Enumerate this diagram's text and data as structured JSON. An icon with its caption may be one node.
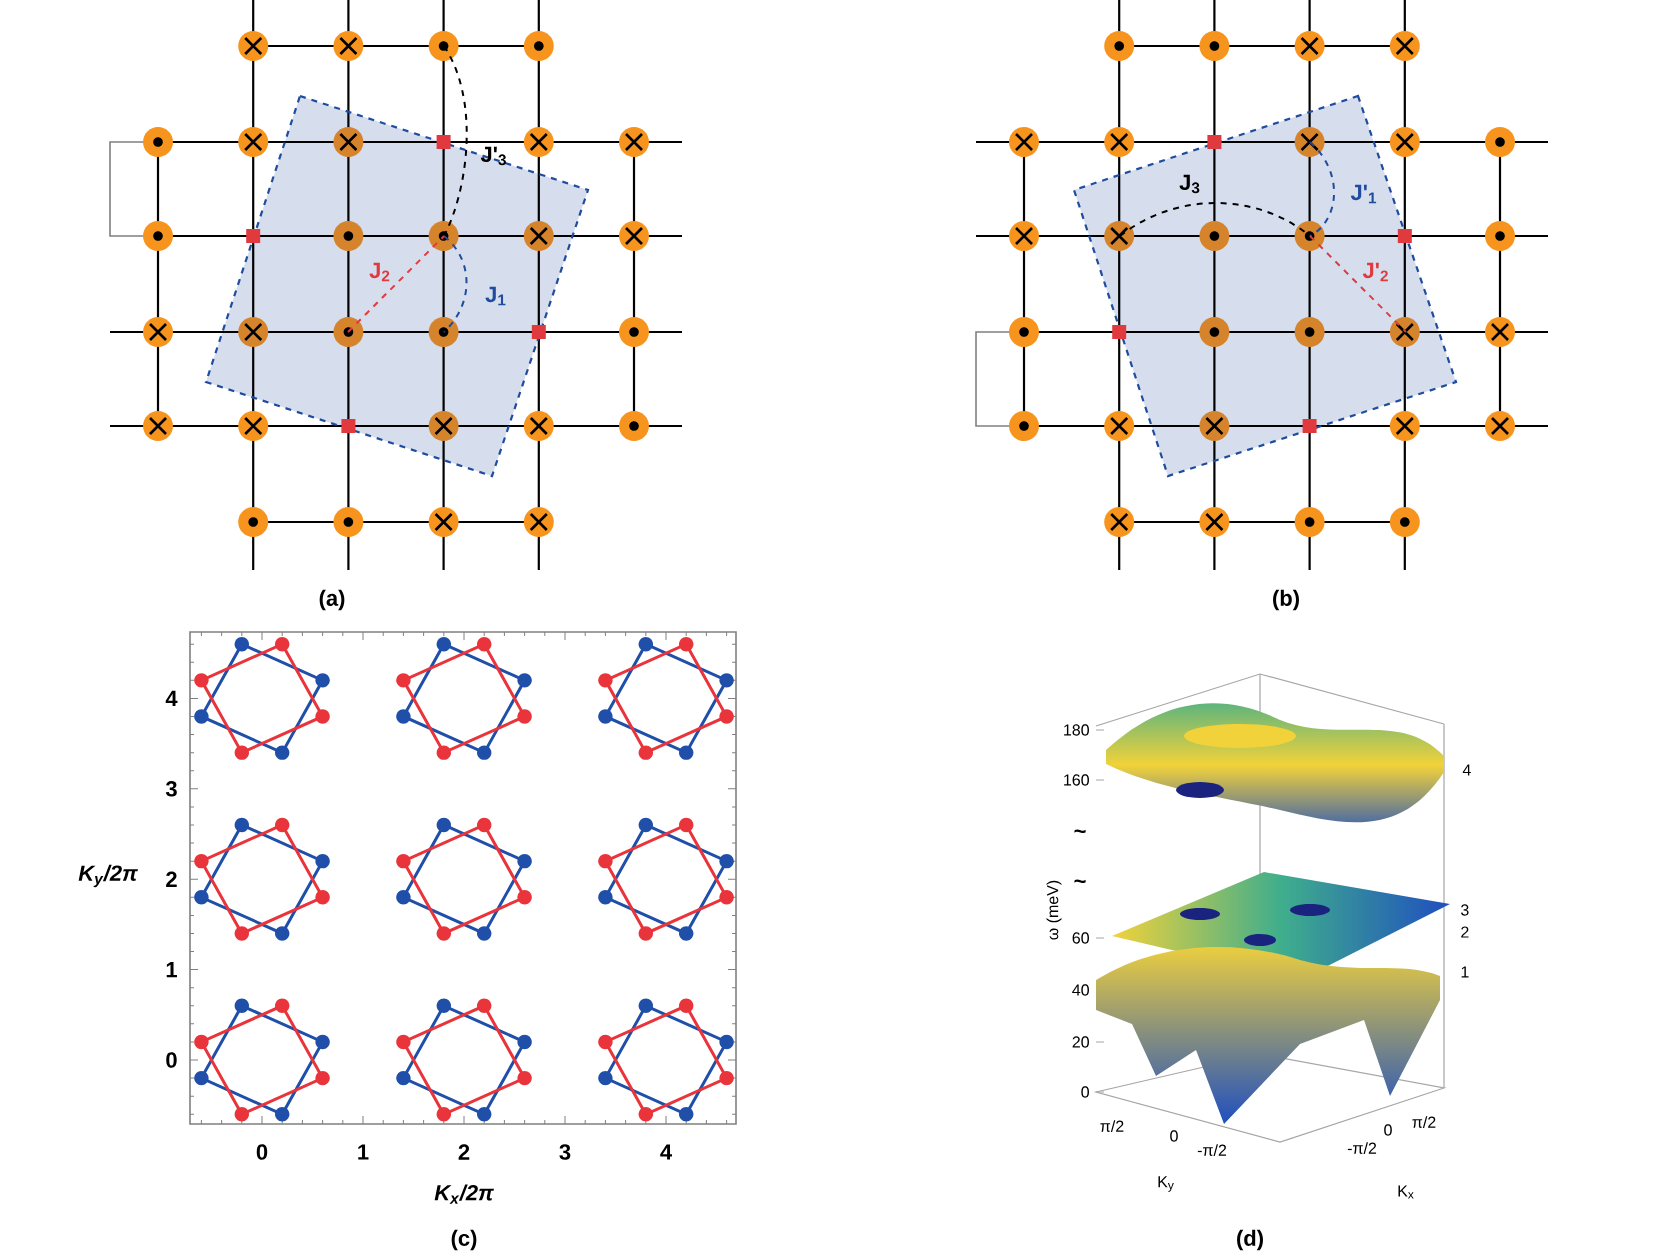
{
  "diagram": {
    "labels": [
      "J'$_{3}$",
      "J$_{2}$",
      "J$_{1}$",
      "(a)",
      "J$_{3}$",
      "J'$_{1}$",
      "J'$_{2}$",
      "(b)",
      "4",
      "3",
      "2",
      "1",
      "0",
      "K$_{y}$/2π",
      "0",
      "1",
      "2",
      "3",
      "4",
      "K$_{x}$/2π",
      "(c)",
      "180",
      "160",
      "~",
      "~",
      "60",
      "40",
      "20",
      "0",
      "ω (meV)",
      "4",
      "3",
      "2",
      "1",
      "π/2",
      "0",
      "-π/2",
      "K$_{y}$",
      "-π/2",
      "0",
      "π/2",
      "K$_{x}$",
      "(d)"
    ]
  }
}
